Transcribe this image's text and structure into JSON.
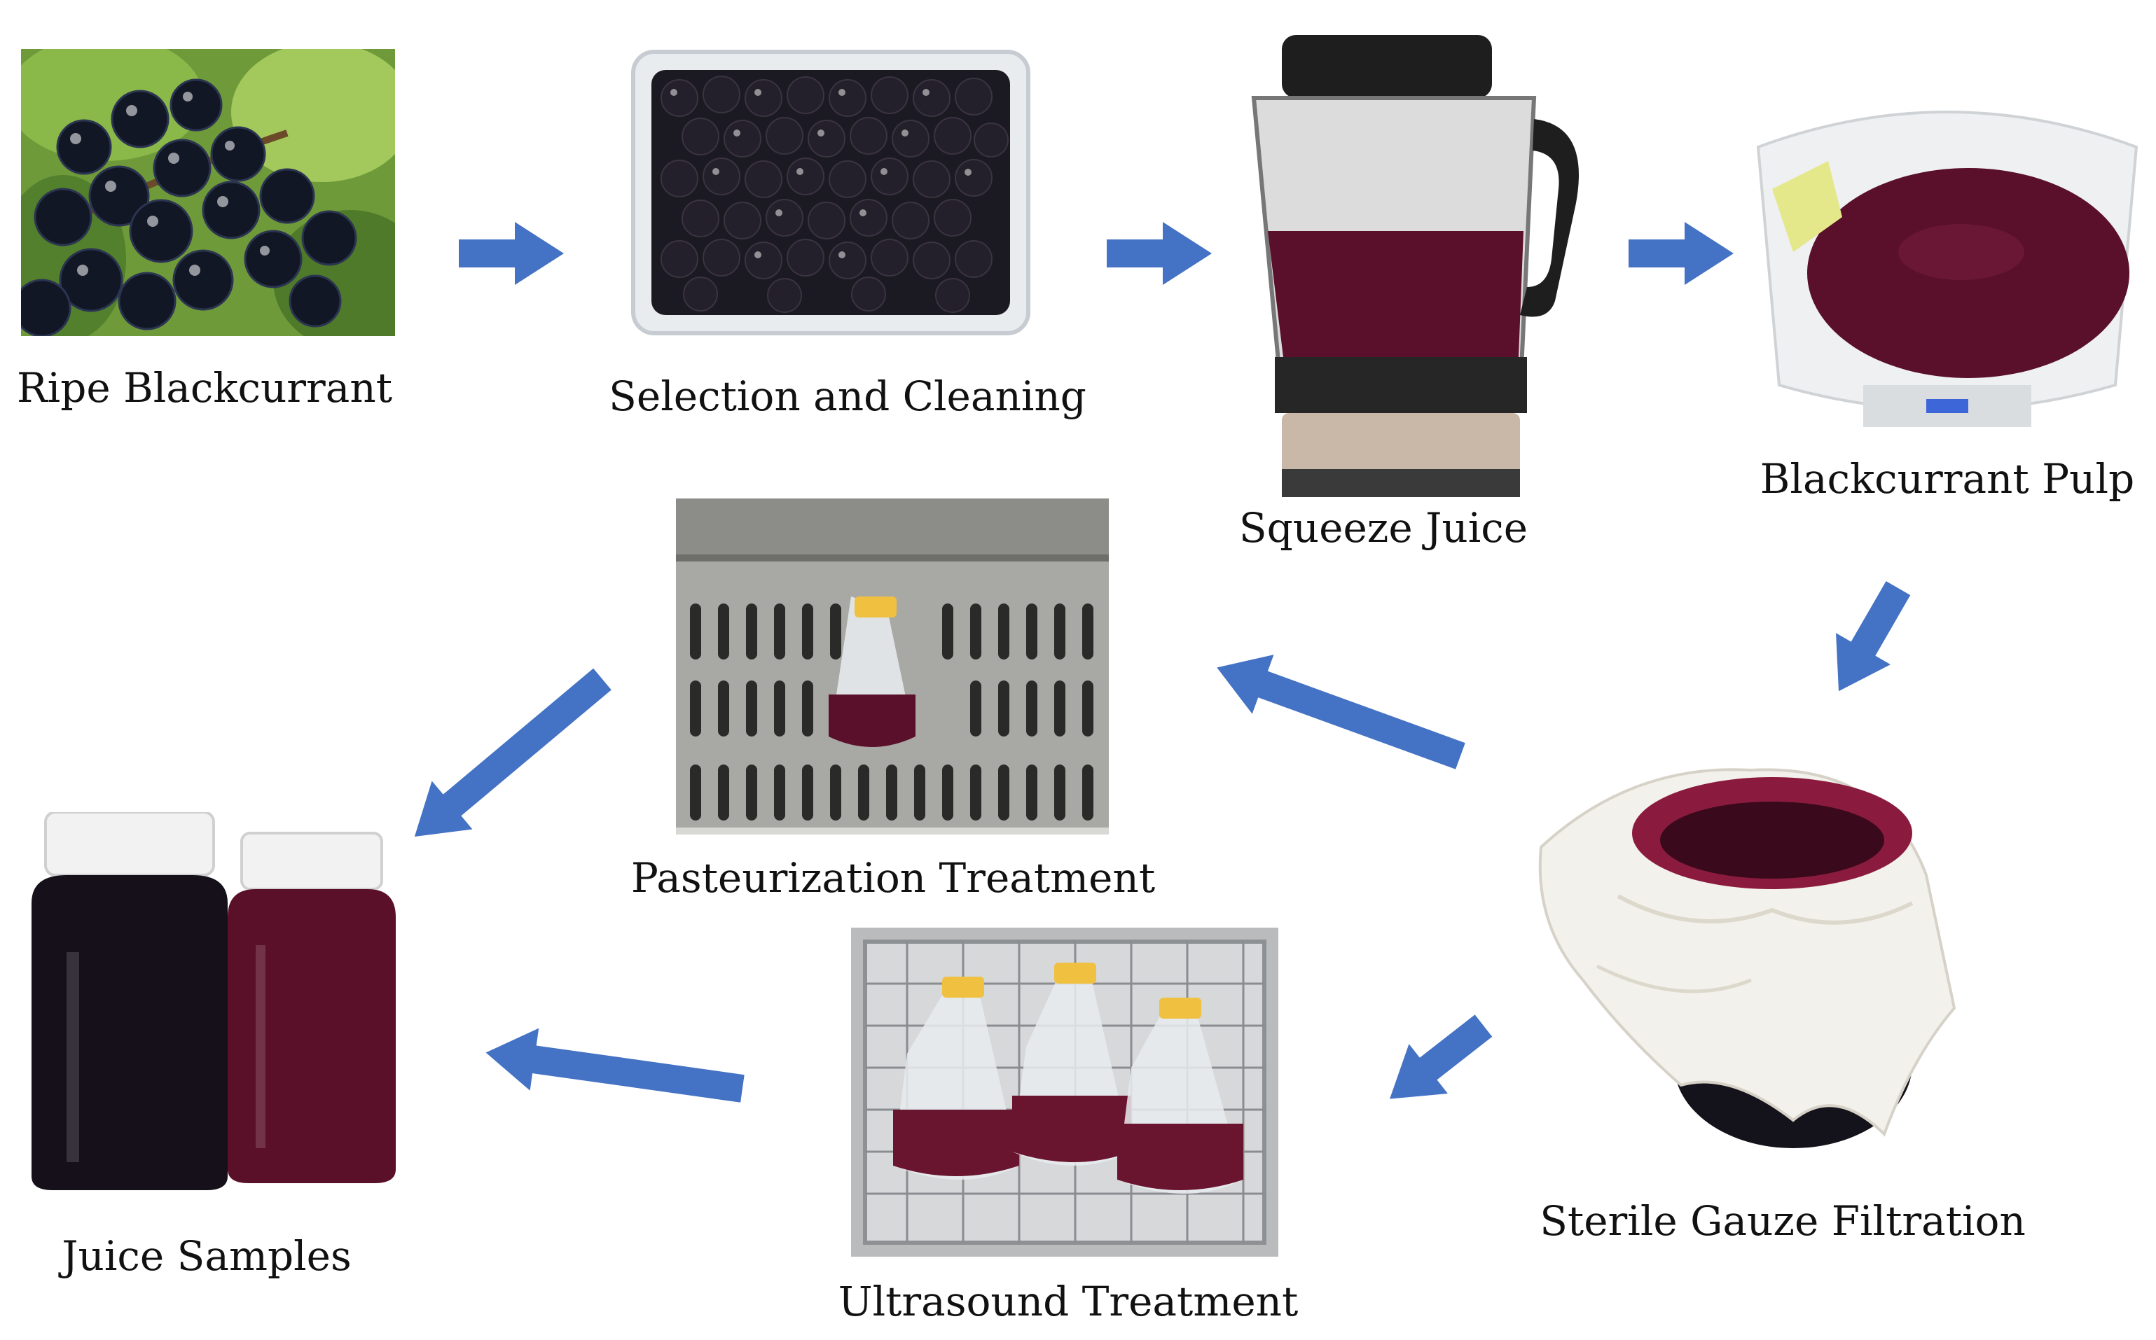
{
  "steps": [
    {
      "id": "ripe",
      "label": "Ripe Blackcurrant"
    },
    {
      "id": "select",
      "label": "Selection and Cleaning"
    },
    {
      "id": "squeeze",
      "label": "Squeeze Juice"
    },
    {
      "id": "pulp",
      "label": "Blackcurrant Pulp"
    },
    {
      "id": "gauze",
      "label": "Sterile Gauze Filtration"
    },
    {
      "id": "ultra",
      "label": "Ultrasound Treatment"
    },
    {
      "id": "past",
      "label": "Pasteurization Treatment"
    },
    {
      "id": "samples",
      "label": "Juice Samples"
    }
  ],
  "colors": {
    "arrow": "#4472c4",
    "berry": "#121726",
    "juice": "#5a0f2a",
    "leaf": "#5a8a2e",
    "steel": "#9a9a96"
  }
}
